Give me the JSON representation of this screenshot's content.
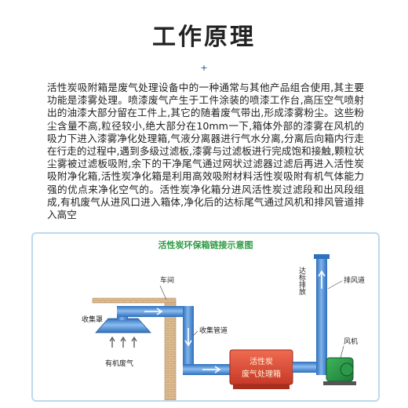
{
  "header": {
    "title": "工作原理",
    "marker": "+"
  },
  "description": "活性炭吸附箱是废气处理设备中的一种通常与其他产品组合使用,其主要功能是漆雾处理。喷漆废气产生于工件涂装的喷漆工作台,高压空气喷射出的油漆大部分留在工件上,其它的随着废气带出,形成漆雾粉尘。这些粉尘含量不高,粒径较小,绝大部分在10mm一下,箱体外部的漆雾在风机的吸力下进入漆雾净化处理箱,气液分离器进行气水分离,分离后向箱内行走在行走的过程中,遇到多级过滤板,漆雾与过滤板进行完成饱和接触,颗粒状尘雾被过滤板吸附,余下的干净尾气通过网状过滤器过滤后再进入活性炭吸附净化箱,活性炭净化箱是利用高效吸附材料活性炭吸附有机气体能力强的优点来净化空气的。活性炭净化箱分进风活性炭过滤段和出风段组成,有机废气从进风口进入箱体,净化后的达标尾气通过风机和排风管道排入高空",
  "diagram": {
    "title": "活性炭环保箱链接示意图",
    "labels": {
      "workshop": "车间",
      "collection_hood": "收集罩",
      "collection_pipe": "收集管道",
      "organic_gas": "有机废气",
      "box_line1": "活性炭",
      "box_line2": "废气处理箱",
      "standard_discharge": "达标排放",
      "exhaust_pipe": "排风道",
      "fan": "风机"
    },
    "colors": {
      "title": "#2e9a43",
      "pipe": "#3a7fd0",
      "box": "#e2553f",
      "box_text": "#fff3d6",
      "fan": "#2c9a48",
      "wall": "#d8b487",
      "arrow": "#2d6cc0"
    }
  }
}
